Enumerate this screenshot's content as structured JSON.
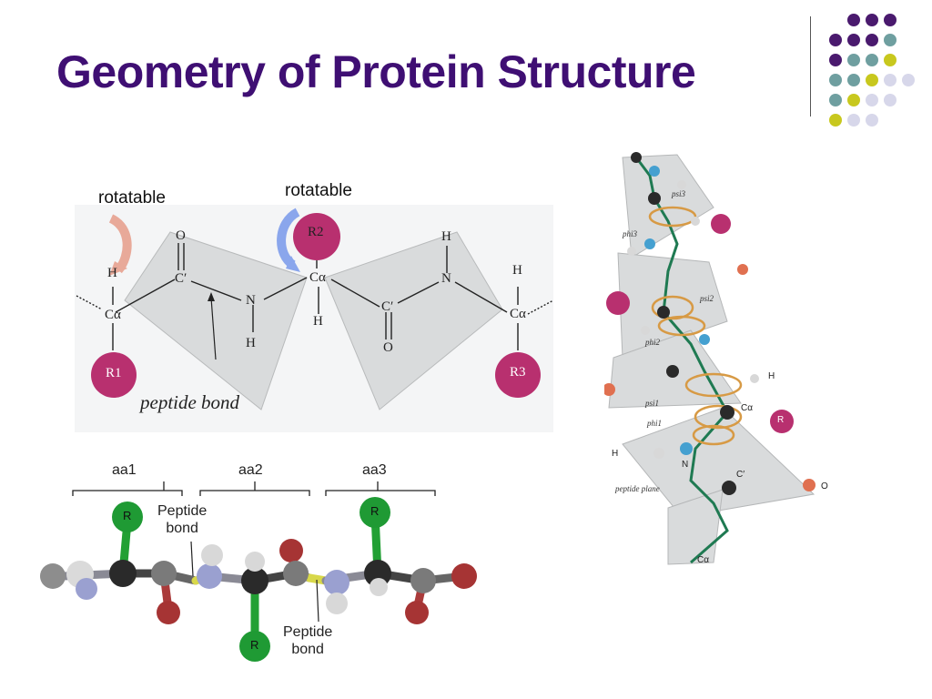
{
  "slide": {
    "title": "Geometry of Protein Structure",
    "colors": {
      "title": "#3f0f73",
      "dot_purple": "#4a1a6e",
      "dot_teal": "#6f9fa0",
      "dot_yellow": "#c8c81e",
      "dot_lavender": "#d7d7ea"
    }
  },
  "peptide_diagram": {
    "rotatable_left": "rotatable",
    "rotatable_right": "rotatable",
    "peptide_bond": "peptide bond",
    "atoms": {
      "o1": "O",
      "c1": "C′",
      "n1": "N",
      "h_n1": "H",
      "ca_left": "Cα",
      "h_ca_left": "H",
      "r1": "R1",
      "ca_mid": "Cα",
      "h_ca_mid": "H",
      "r2": "R2",
      "h_n2": "H",
      "n2": "N",
      "c2": "C′",
      "o2": "O",
      "ca_right": "Cα",
      "h_ca_right": "H",
      "r3": "R3"
    }
  },
  "ball_stick": {
    "aa1": "aa1",
    "aa2": "aa2",
    "aa3": "aa3",
    "peptide_bond_top": "Peptide\nbond",
    "peptide_bond_bottom": "Peptide\nbond",
    "r_labels": [
      "R",
      "R",
      "R"
    ]
  },
  "helix": {
    "labels": {
      "psi_3": "psi3",
      "phi_3": "phi3",
      "psi_2": "psi2",
      "phi_2": "phi2",
      "psi_1": "psi1",
      "phi_1": "phi1",
      "peptide_plane": "peptide plane",
      "h_top": "H",
      "ca": "Cα",
      "r": "R",
      "h_left": "H",
      "n": "N",
      "c_prime": "C′",
      "o": "O",
      "ca_bottom": "Cα"
    }
  }
}
